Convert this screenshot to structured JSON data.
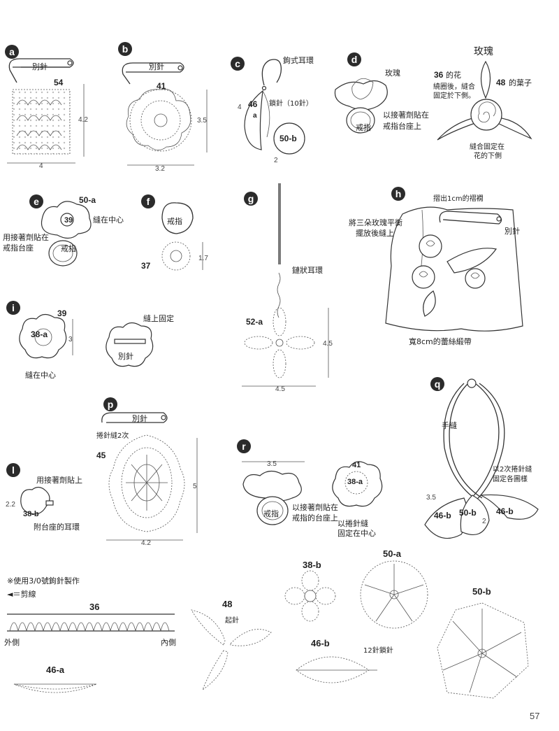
{
  "badges": {
    "a": "a",
    "b": "b",
    "c": "c",
    "d": "d",
    "e": "e",
    "f": "f",
    "g": "g",
    "h": "h",
    "i": "i",
    "l": "l",
    "p": "p",
    "q": "q",
    "r": "r"
  },
  "a": {
    "pin": "別針",
    "motif": "54",
    "height": "4.2",
    "width": "4"
  },
  "b": {
    "pin": "別針",
    "motif": "41",
    "height": "3.5",
    "width": "3.2"
  },
  "c": {
    "hook": "鉤式耳環",
    "motif_top": "46",
    "motif_sub": "a",
    "chain": "鎖針（10針）",
    "motif_b": "50-b",
    "len_left": "4",
    "len_bottom": "2"
  },
  "d": {
    "rose": "玫瑰",
    "glue": "以接著劑貼在",
    "glue2": "戒指台座上",
    "ring": "戒指"
  },
  "rose_block": {
    "title": "玫瑰",
    "flower_num": "36",
    "flower_suffix": "的花",
    "leaf_num": "48",
    "leaf_suffix": "的葉子",
    "note1": "繞圈後，縫合",
    "note2": "固定於下側。",
    "sew1": "縫合固定在",
    "sew2": "花的下側"
  },
  "e": {
    "motif_top": "50-a",
    "motif_mid": "39",
    "sew_center": "縫在中心",
    "glue1": "用接著劑貼在",
    "glue2": "戒指台座",
    "ring": "戒指"
  },
  "f": {
    "ring": "戒指",
    "motif": "37",
    "height": "1.7"
  },
  "g": {
    "earring": "鏈狀耳環",
    "motif": "52-a",
    "height": "4.5",
    "width": "4.5"
  },
  "h": {
    "pleat": "摺出1cm的褶襉",
    "arrange1": "將三朵玫瑰平衡",
    "arrange2": "擺放後縫上",
    "pin": "別針",
    "ribbon": "寬8cm的蕾絲緞帶"
  },
  "i": {
    "motif_top": "39",
    "motif_mid": "38-a",
    "height": "3",
    "sew_center": "縫在中心",
    "sew_fix": "縫上固定",
    "pin": "別針"
  },
  "p": {
    "pin": "別針",
    "whip": "捲針縫2次",
    "motif": "45",
    "height": "5",
    "width": "4.2"
  },
  "l": {
    "glue": "用接著劑貼上",
    "motif": "38-b",
    "size": "2.2",
    "earring": "附台座的耳環"
  },
  "r": {
    "width": "3.5",
    "ring": "戒指",
    "glue1": "以接著劑貼在",
    "glue2": "戒指的台座上",
    "motif_top": "41",
    "motif_mid": "38-a",
    "whip1": "以捲針縫",
    "whip2": "固定在中心"
  },
  "q": {
    "hand_sew": "手縫",
    "whip1": "以2次捲針縫",
    "whip2": "固定各圖樣",
    "len": "3.5",
    "len2": "2",
    "m1": "46-b",
    "m2": "50-b",
    "m3": "46-b"
  },
  "charts": {
    "hook_note": "※使用3/0號鉤針製作",
    "cut_note": "◄＝剪線",
    "c36": "36",
    "outer": "外側",
    "inner": "內側",
    "c46a": "46-a",
    "c48": "48",
    "start": "起針",
    "c38b": "38-b",
    "c50a": "50-a",
    "c46b": "46-b",
    "chain12": "12針鎖針",
    "c50b": "50-b"
  },
  "page_number": "57"
}
